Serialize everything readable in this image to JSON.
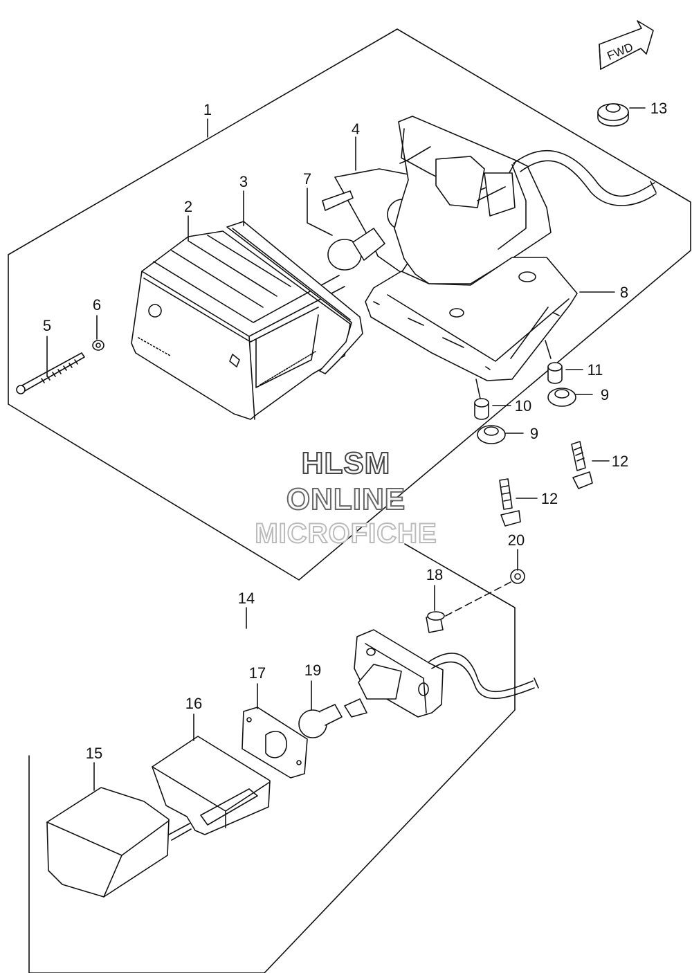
{
  "fwd_label": "FWD",
  "watermark": {
    "line1": "HLSM",
    "line2": "ONLINE",
    "line3": "MICROFICHE"
  },
  "callouts": {
    "c1": "1",
    "c2": "2",
    "c3": "3",
    "c4": "4",
    "c5": "5",
    "c6": "6",
    "c7": "7",
    "c8": "8",
    "c9a": "9",
    "c9b": "9",
    "c10": "10",
    "c11": "11",
    "c12a": "12",
    "c12b": "12",
    "c13": "13",
    "c14": "14",
    "c15": "15",
    "c16": "16",
    "c17": "17",
    "c18": "18",
    "c19": "19",
    "c20": "20"
  }
}
